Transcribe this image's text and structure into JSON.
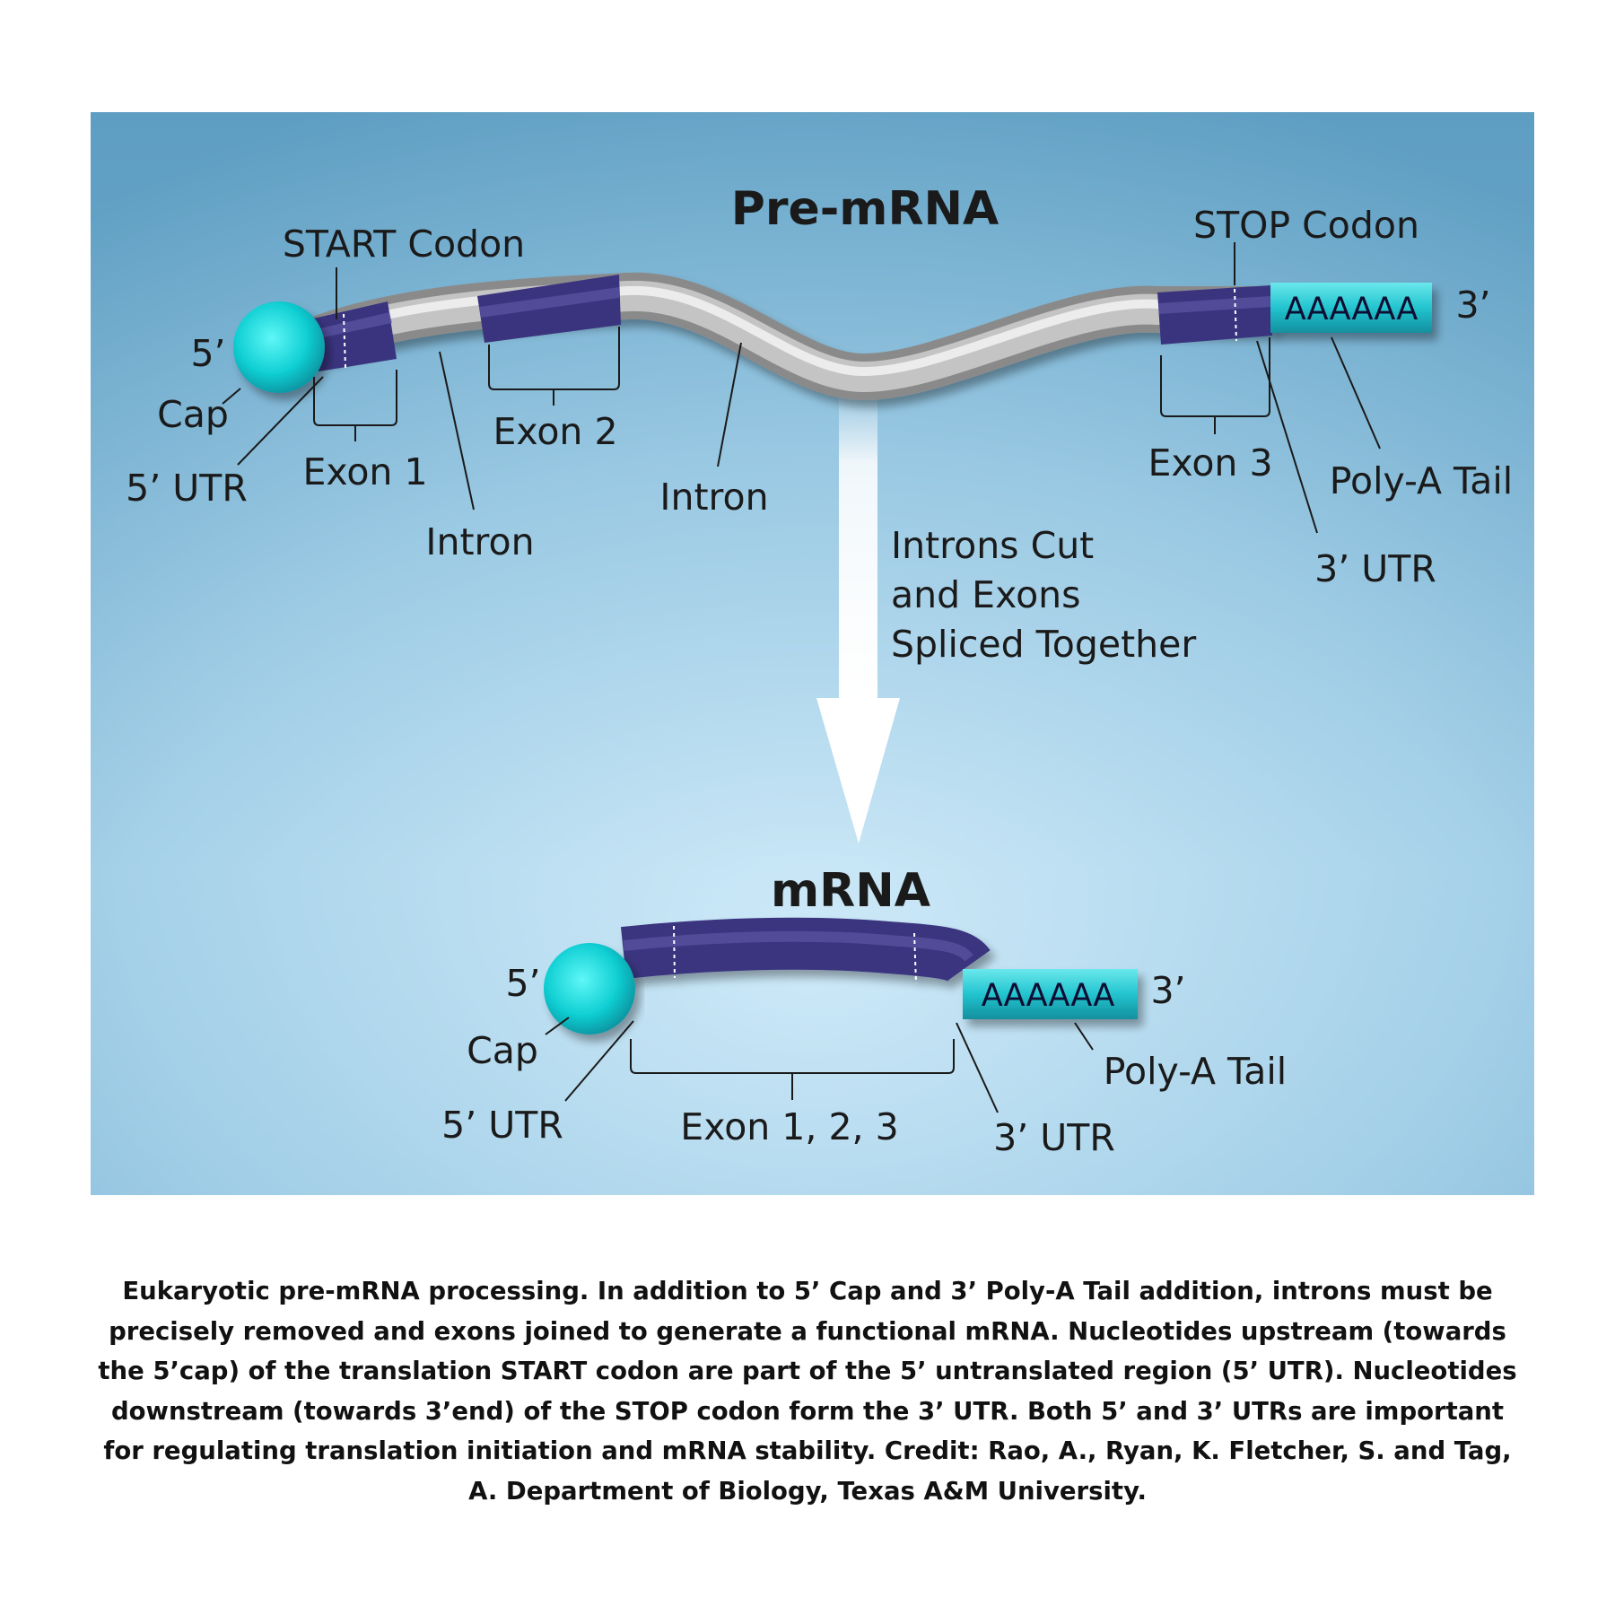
{
  "premrna": {
    "title": "Pre-mRNA",
    "five_prime": "5’",
    "three_prime": "3’",
    "cap": "Cap",
    "five_utr": "5’ UTR",
    "start_codon": "START Codon",
    "stop_codon": "STOP Codon",
    "exon1": "Exon 1",
    "exon2": "Exon 2",
    "exon3": "Exon 3",
    "intron1": "Intron",
    "intron2": "Intron",
    "poly_a_tail": "Poly-A Tail",
    "three_utr": "3’ UTR",
    "tail_seq": "AAAAAA"
  },
  "process": {
    "label_line1": "Introns Cut",
    "label_line2": "and Exons",
    "label_line3": "Spliced Together"
  },
  "mrna": {
    "title": "mRNA",
    "five_prime": "5’",
    "three_prime": "3’",
    "cap": "Cap",
    "five_utr": "5’ UTR",
    "exons": "Exon 1, 2, 3",
    "three_utr": "3’ UTR",
    "poly_a_tail": "Poly-A Tail",
    "tail_seq": "AAAAAA"
  },
  "caption": "Eukaryotic pre-mRNA processing. In addition to 5’ Cap and 3’ Poly-A Tail addition, introns must be precisely removed and exons joined to generate a functional mRNA. Nucleotides upstream (towards the 5’cap) of the translation START codon are part of the 5’ untranslated region (5’ UTR). Nucleotides downstream (towards 3’end) of the STOP codon form the 3’ UTR. Both 5’ and 3’ UTRs are important for regulating translation initiation and mRNA stability. Credit: Rao, A., Ryan, K. Fletcher, S. and Tag, A. Department of Biology, Texas A&M University.",
  "colors": {
    "background_top": "#5e9ec2",
    "background_bottom": "#c9e7f6",
    "exon": "#3a347f",
    "intron": "#a8a8a8",
    "cap": "#12d6d6",
    "poly_a": "#2fc6d0"
  }
}
